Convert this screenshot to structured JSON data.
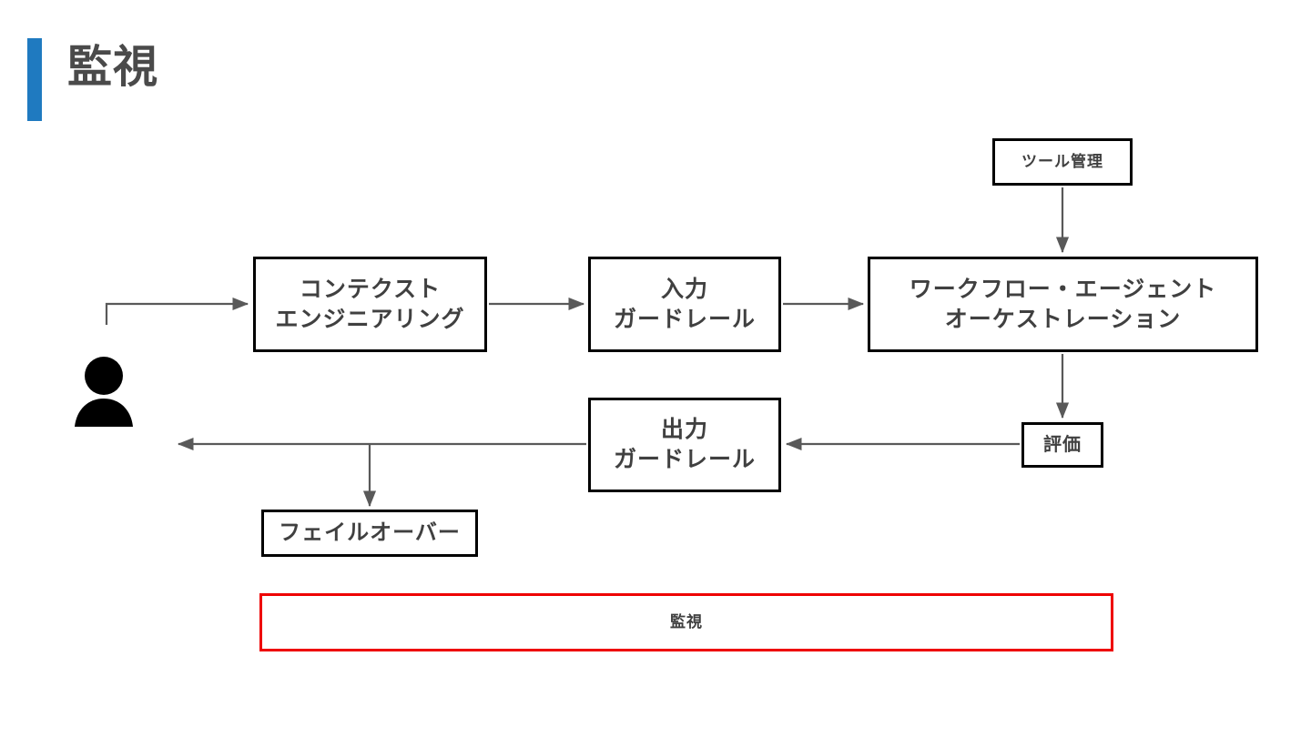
{
  "slide": {
    "title": "監視",
    "accent_color": "#1f7ac0",
    "title_color": "#4a4a4a",
    "background_color": "#ffffff"
  },
  "diagram": {
    "type": "flow-diagram",
    "node_border_color": "#000000",
    "node_text_color": "#404040",
    "arrow_color": "#595959",
    "highlight_color": "#ee0000",
    "actor": {
      "icon": "user-person-icon",
      "label": ""
    },
    "nodes": [
      {
        "id": "tool-management",
        "label": "ツール管理"
      },
      {
        "id": "context-engineering",
        "label": "コンテクスト\nエンジニアリング"
      },
      {
        "id": "input-guardrails",
        "label": "入力\nガードレール"
      },
      {
        "id": "workflow-orchestration",
        "label": "ワークフロー・エージェント\nオーケストレーション"
      },
      {
        "id": "evaluation",
        "label": "評価"
      },
      {
        "id": "output-guardrails",
        "label": "出力\nガードレール"
      },
      {
        "id": "failover",
        "label": "フェイルオーバー"
      },
      {
        "id": "monitoring-bar",
        "label": "監視"
      }
    ],
    "edges": [
      {
        "from": "user",
        "to": "context-engineering"
      },
      {
        "from": "context-engineering",
        "to": "input-guardrails"
      },
      {
        "from": "input-guardrails",
        "to": "workflow-orchestration"
      },
      {
        "from": "tool-management",
        "to": "workflow-orchestration"
      },
      {
        "from": "workflow-orchestration",
        "to": "evaluation"
      },
      {
        "from": "evaluation",
        "to": "output-guardrails"
      },
      {
        "from": "output-guardrails",
        "to": "user"
      },
      {
        "from": "output-guardrails",
        "to": "failover"
      }
    ]
  }
}
